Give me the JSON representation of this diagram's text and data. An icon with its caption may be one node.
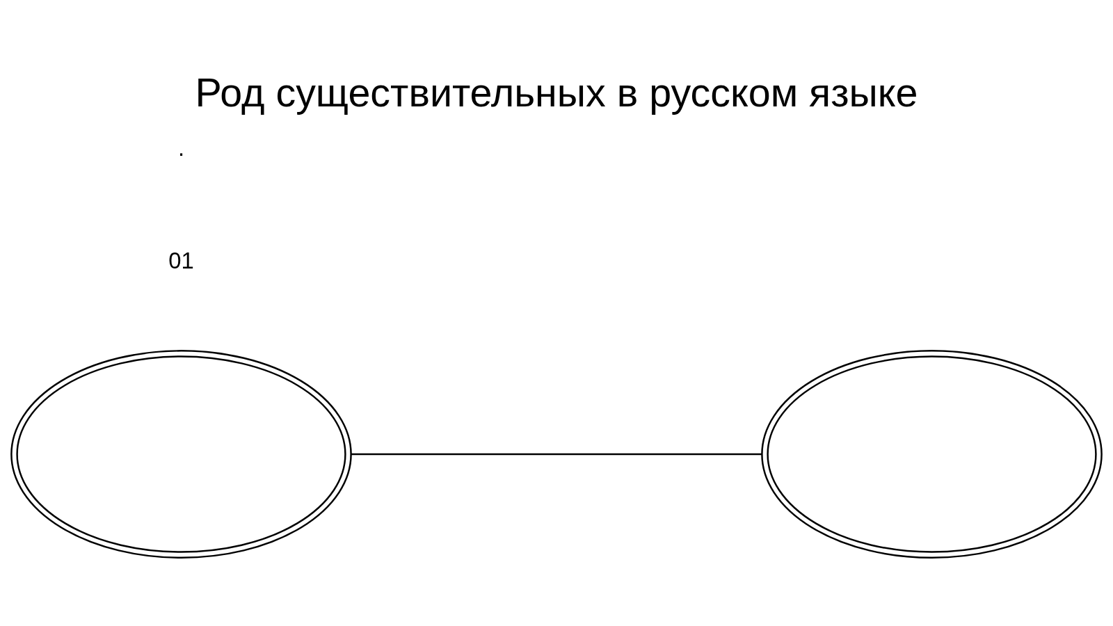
{
  "diagram": {
    "title": "Род существительных в русском языке",
    "nodes": [
      {
        "text": [],
        "shape": "ellipse"
      },
      {
        "text": [],
        "shape": "ellipse"
      }
    ],
    "edges": [
      {
        "from": 0,
        "to": 1,
        "arrow": "none"
      }
    ],
    "labels": [
      "01",
      "."
    ]
  }
}
